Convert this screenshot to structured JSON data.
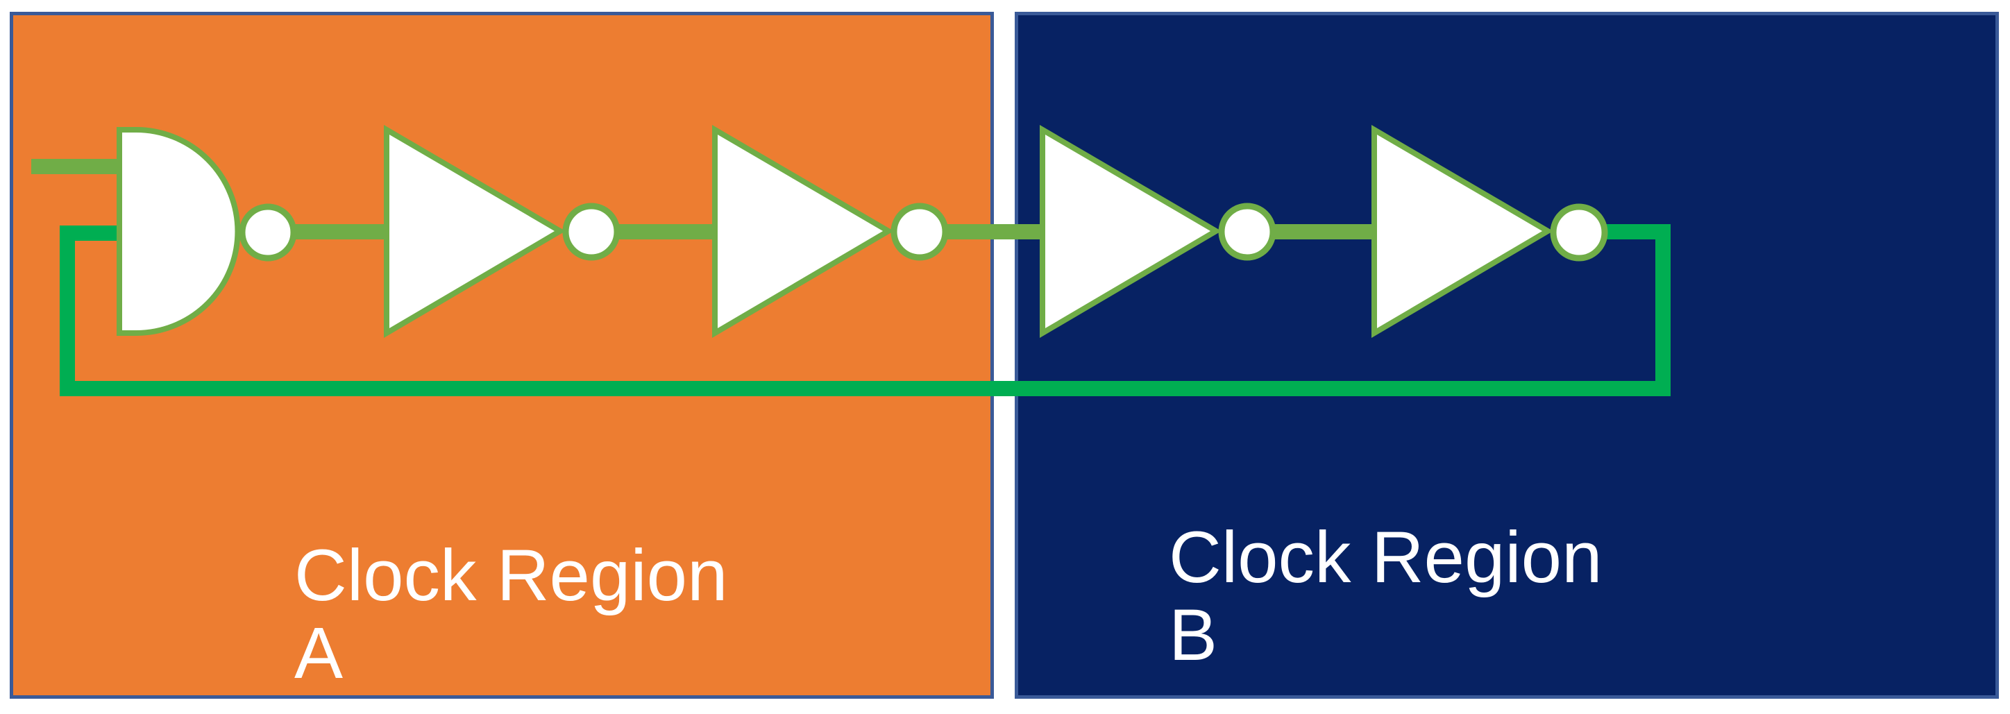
{
  "colors": {
    "page_bg": "#ffffff",
    "region_a_fill": "#ED7D31",
    "region_b_fill": "#072263",
    "region_border": "#3A5A98",
    "wire_green": "#70AD47",
    "feedback_green": "#00AE52",
    "gate_stroke": "#70AD47",
    "gate_fill": "#ffffff",
    "label_color": "#ffffff"
  },
  "regions": [
    {
      "name": "A",
      "label_line1": "Clock Region",
      "label_line2": "A"
    },
    {
      "name": "B",
      "label_line1": "Clock Region",
      "label_line2": "B"
    }
  ],
  "circuit": {
    "description": "Ring oscillator chain crossing two clock regions",
    "gates": [
      {
        "type": "nand",
        "inverted_output": true,
        "region": "A"
      },
      {
        "type": "inverter",
        "inverted_output": true,
        "region": "A"
      },
      {
        "type": "inverter",
        "inverted_output": true,
        "region": "A"
      },
      {
        "type": "inverter",
        "inverted_output": true,
        "region": "B"
      },
      {
        "type": "inverter",
        "inverted_output": true,
        "region": "B"
      }
    ],
    "feedback": "output of last inverter in region B loops back to second input of NAND in region A"
  }
}
